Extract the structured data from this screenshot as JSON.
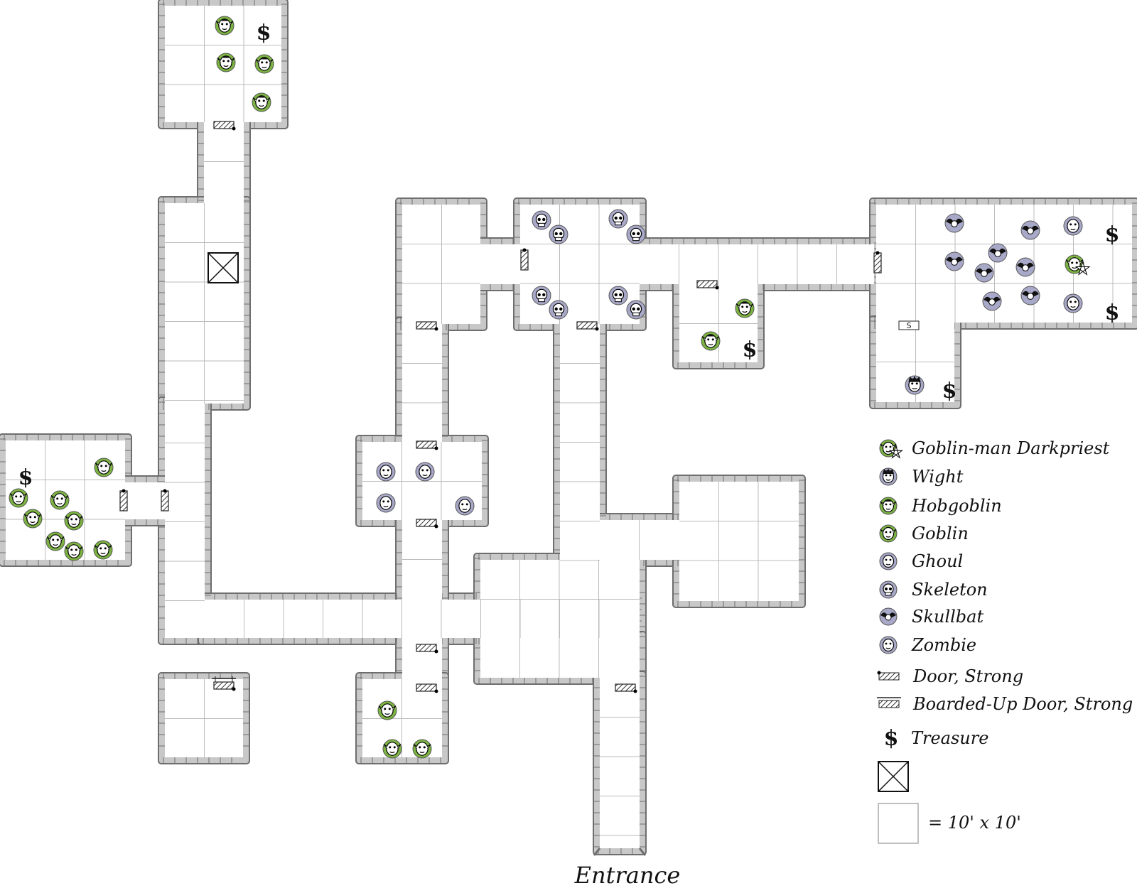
{
  "title": "Entrance",
  "legend": {
    "darkpriest": "Goblin-man Darkpriest",
    "wight": "Wight",
    "hobgoblin": "Hobgoblin",
    "goblin": "Goblin",
    "ghoul": "Ghoul",
    "skeleton": "Skeleton",
    "skullbat": "Skullbat",
    "zombie": "Zombie",
    "door": "Door, Strong",
    "boarded_door": "Boarded-Up Door, Strong",
    "treasure": "Treasure",
    "scale": "= 10' x 10'"
  },
  "treasure_symbol": "$",
  "secret_door_symbol": "S",
  "colors": {
    "wall_fill": "#c8c8c8",
    "wall_stroke": "#6e6e6e",
    "grid": "#bbbbbb",
    "goblinoid_token": "#7cb342",
    "undead_token": "#a8a8c8",
    "door_hatch": "#333333"
  },
  "icons": {
    "darkpriest": "goblin-face-icon",
    "wight": "wight-face-icon",
    "hobgoblin": "hobgoblin-face-icon",
    "goblin": "goblin-face-icon",
    "ghoul": "ghoul-face-icon",
    "skeleton": "skull-icon",
    "skullbat": "skullbat-icon",
    "zombie": "zombie-face-icon",
    "door": "door-icon",
    "boarded_door": "boarded-door-icon",
    "treasure": "treasure-icon",
    "trap": "trap-x-icon",
    "scale": "grid-square-icon"
  }
}
